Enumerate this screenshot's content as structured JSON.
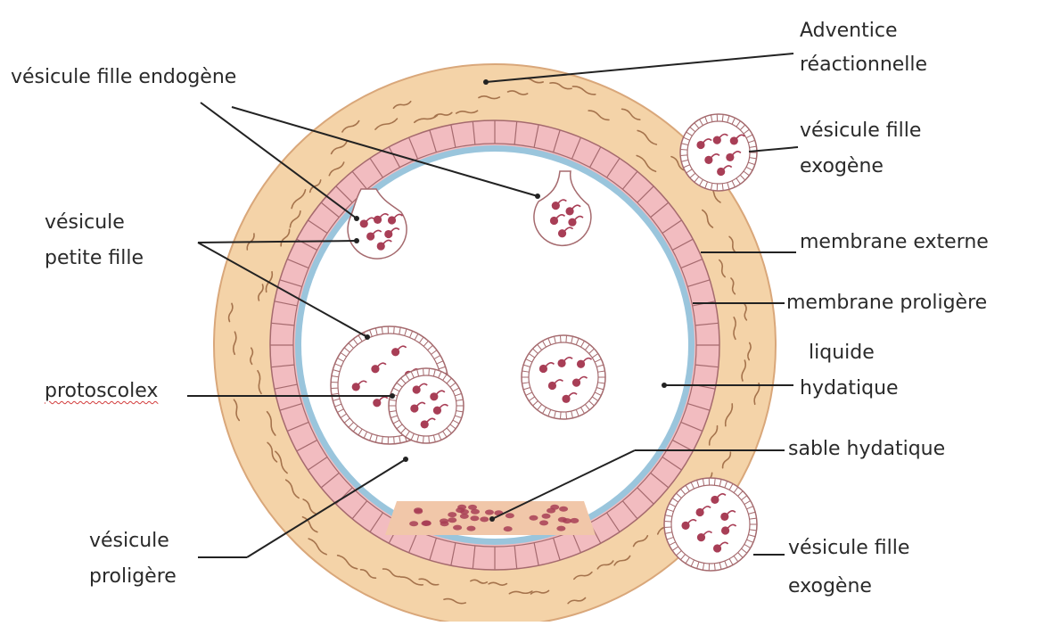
{
  "labels": {
    "vesicule_fille_endogene": "vésicule fille endogène",
    "adventice_line1": "Adventice",
    "adventice_line2": "réactionnelle",
    "vesicule_fille_exogene_top_line1": "vésicule fille",
    "vesicule_fille_exogene_top_line2": "exogène",
    "vesicule_petite_fille_line1": "vésicule",
    "vesicule_petite_fille_line2": "petite fille",
    "membrane_externe": "membrane externe",
    "membrane_proligere": "membrane proligère",
    "liquide_hydatique_line1": "liquide",
    "liquide_hydatique_line2": "hydatique",
    "protoscolex": "protoscolex",
    "sable_hydatique": "sable hydatique",
    "vesicule_proligere_line1": "vésicule",
    "vesicule_proligere_line2": "proligère",
    "vesicule_fille_exogene_bottom_line1": "vésicule fille",
    "vesicule_fille_exogene_bottom_line2": "exogène"
  },
  "colors": {
    "adventice": "#f4d3a8",
    "adventice_edge": "#d9a77a",
    "fiber": "#a5734c",
    "membrane_externe": "#f2bcc0",
    "membrane_cell_line": "#a56a6e",
    "membrane_proligere": "#9ac5dc",
    "liquide": "#ffffff",
    "protoscolex": "#a83e56",
    "sable": "#f1c7a9",
    "leader": "#222222"
  }
}
